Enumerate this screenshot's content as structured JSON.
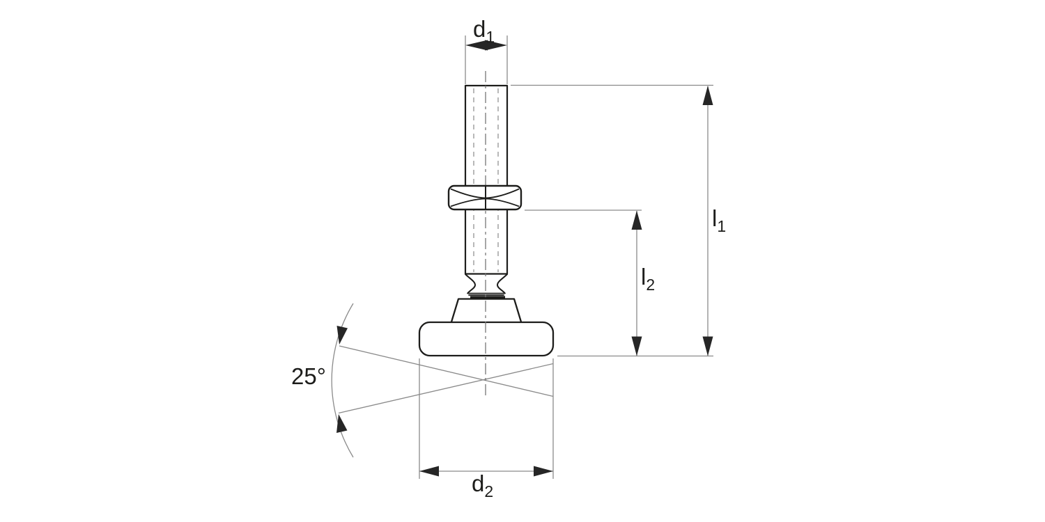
{
  "labels": {
    "d1": {
      "base": "d",
      "sub": "1"
    },
    "d2": {
      "base": "d",
      "sub": "2"
    },
    "l1": {
      "base": "l",
      "sub": "1"
    },
    "l2": {
      "base": "l",
      "sub": "2"
    },
    "angle": "25°"
  },
  "colors": {
    "background": "#ffffff",
    "outline": "#1d1d1b",
    "thin_line": "#8a8a8a",
    "dashed_line": "#9a9a9a",
    "centerline": "#767676",
    "arrow": "#262626",
    "text": "#1d1d1b"
  }
}
